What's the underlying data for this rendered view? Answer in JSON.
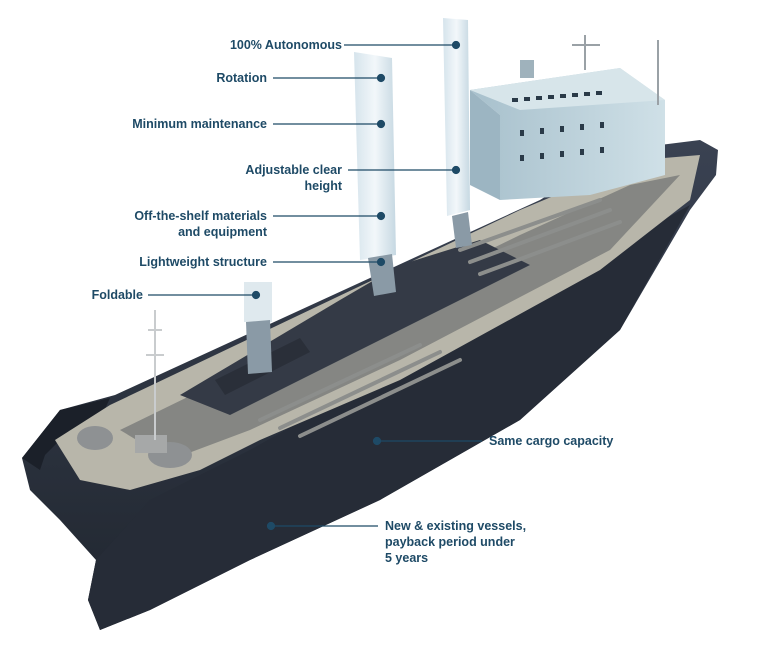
{
  "callouts": {
    "autonomous": {
      "lines": [
        "100% Autonomous"
      ]
    },
    "rotation": {
      "lines": [
        "Rotation"
      ]
    },
    "maintenance": {
      "lines": [
        "Minimum maintenance"
      ]
    },
    "clear_height": {
      "lines": [
        "Adjustable clear",
        "height"
      ]
    },
    "materials": {
      "lines": [
        "Off-the-shelf materials",
        "and equipment"
      ]
    },
    "lightweight": {
      "lines": [
        "Lightweight structure"
      ]
    },
    "foldable": {
      "lines": [
        "Foldable"
      ]
    },
    "cargo": {
      "lines": [
        "Same cargo capacity"
      ]
    },
    "vessels": {
      "lines": [
        "New & existing vessels,",
        "payback period under",
        "5 years"
      ]
    }
  },
  "colors": {
    "label_text": "#1e4a66",
    "leader_line": "#1e4a66",
    "hull": "#2a3140",
    "deck": "#b9b8ad",
    "superstructure": "#b9cfd8",
    "sail": "#e4eef3"
  }
}
